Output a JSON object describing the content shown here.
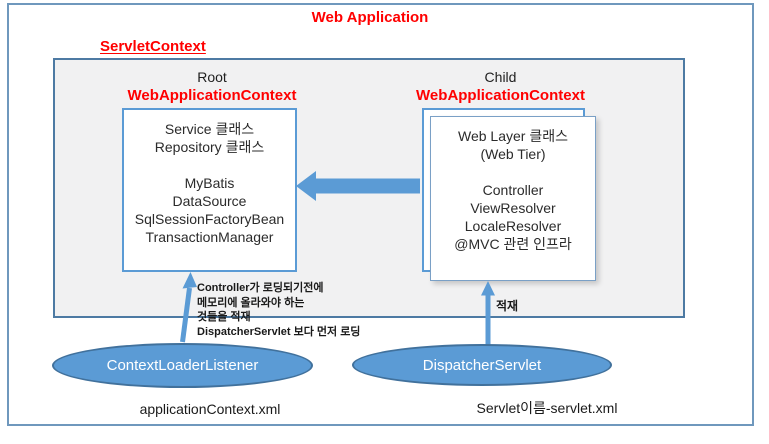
{
  "title": "Web Application",
  "servlet_context": {
    "label": "ServletContext"
  },
  "root_context": {
    "name": "Root",
    "type": "WebApplicationContext",
    "box_lines": [
      "Service 클래스",
      "Repository 클래스",
      "",
      "MyBatis",
      "DataSource",
      "SqlSessionFactoryBean",
      "TransactionManager"
    ]
  },
  "child_context": {
    "name": "Child",
    "type": "WebApplicationContext",
    "box_lines": [
      "Web Layer 클래스",
      "(Web Tier)",
      "",
      "Controller",
      "ViewResolver",
      "LocaleResolver",
      "@MVC 관련 인프라"
    ]
  },
  "notes": {
    "loader_note_lines": [
      "Controller가 로딩되기전에",
      "메모리에 올라와야 하는",
      "것들을 적재",
      "DispatcherServlet 보다 먼저 로딩"
    ],
    "load_label": "적재"
  },
  "loader": {
    "name": "ContextLoaderListener",
    "config_file": "applicationContext.xml"
  },
  "dispatcher": {
    "name": "DispatcherServlet",
    "config_file": "Servlet이름-servlet.xml"
  },
  "colors": {
    "accent": "#5b9bd5",
    "accent-dark": "#41719c",
    "red": "#ff0000",
    "gray-fill": "#f1f1f2",
    "gray-border": "#4d7aa3",
    "outer-border": "#6f98bd",
    "box-border": "#5b9bd5"
  }
}
